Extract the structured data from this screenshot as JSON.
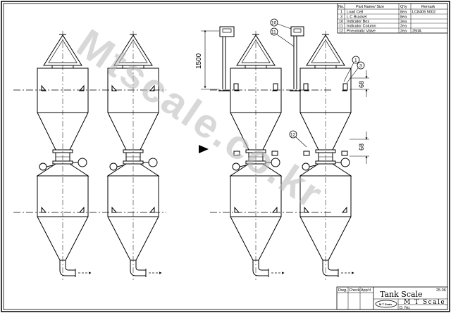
{
  "parts_list": {
    "headers": [
      "No.",
      "Part Name/ Size",
      "Q'ty",
      "Remark"
    ],
    "rows": [
      {
        "no": "1",
        "name": "Load Cell",
        "qty": "8ea",
        "remark": "LC8406 5002"
      },
      {
        "no": "3",
        "name": "L C Bracket",
        "qty": "8ea",
        "remark": ""
      },
      {
        "no": "10",
        "name": "Indicator Box",
        "qty": "2ea",
        "remark": ""
      },
      {
        "no": "11",
        "name": "Indicator Column",
        "qty": "2ea",
        "remark": ""
      },
      {
        "no": "12",
        "name": "Pneumatic Valve",
        "qty": "2ea",
        "remark": "250A"
      }
    ]
  },
  "title_block": {
    "col_labels": [
      "Dwg.",
      "Check",
      "App'd"
    ],
    "title": "Tank Scale",
    "date": "25.06",
    "company": "M T Scale",
    "dwg_no_label": "D. No.",
    "logo_text": "M T Scale"
  },
  "dimensions": {
    "column_height": "1500",
    "offset_upper": "68",
    "offset_lower": "68"
  },
  "balloons": [
    "10",
    "11",
    "1",
    "3",
    "12"
  ],
  "watermark": "Mtscale.co.kr",
  "colors": {
    "line": "#000000",
    "watermark": "#b9b9b9",
    "paper": "#ffffff"
  }
}
